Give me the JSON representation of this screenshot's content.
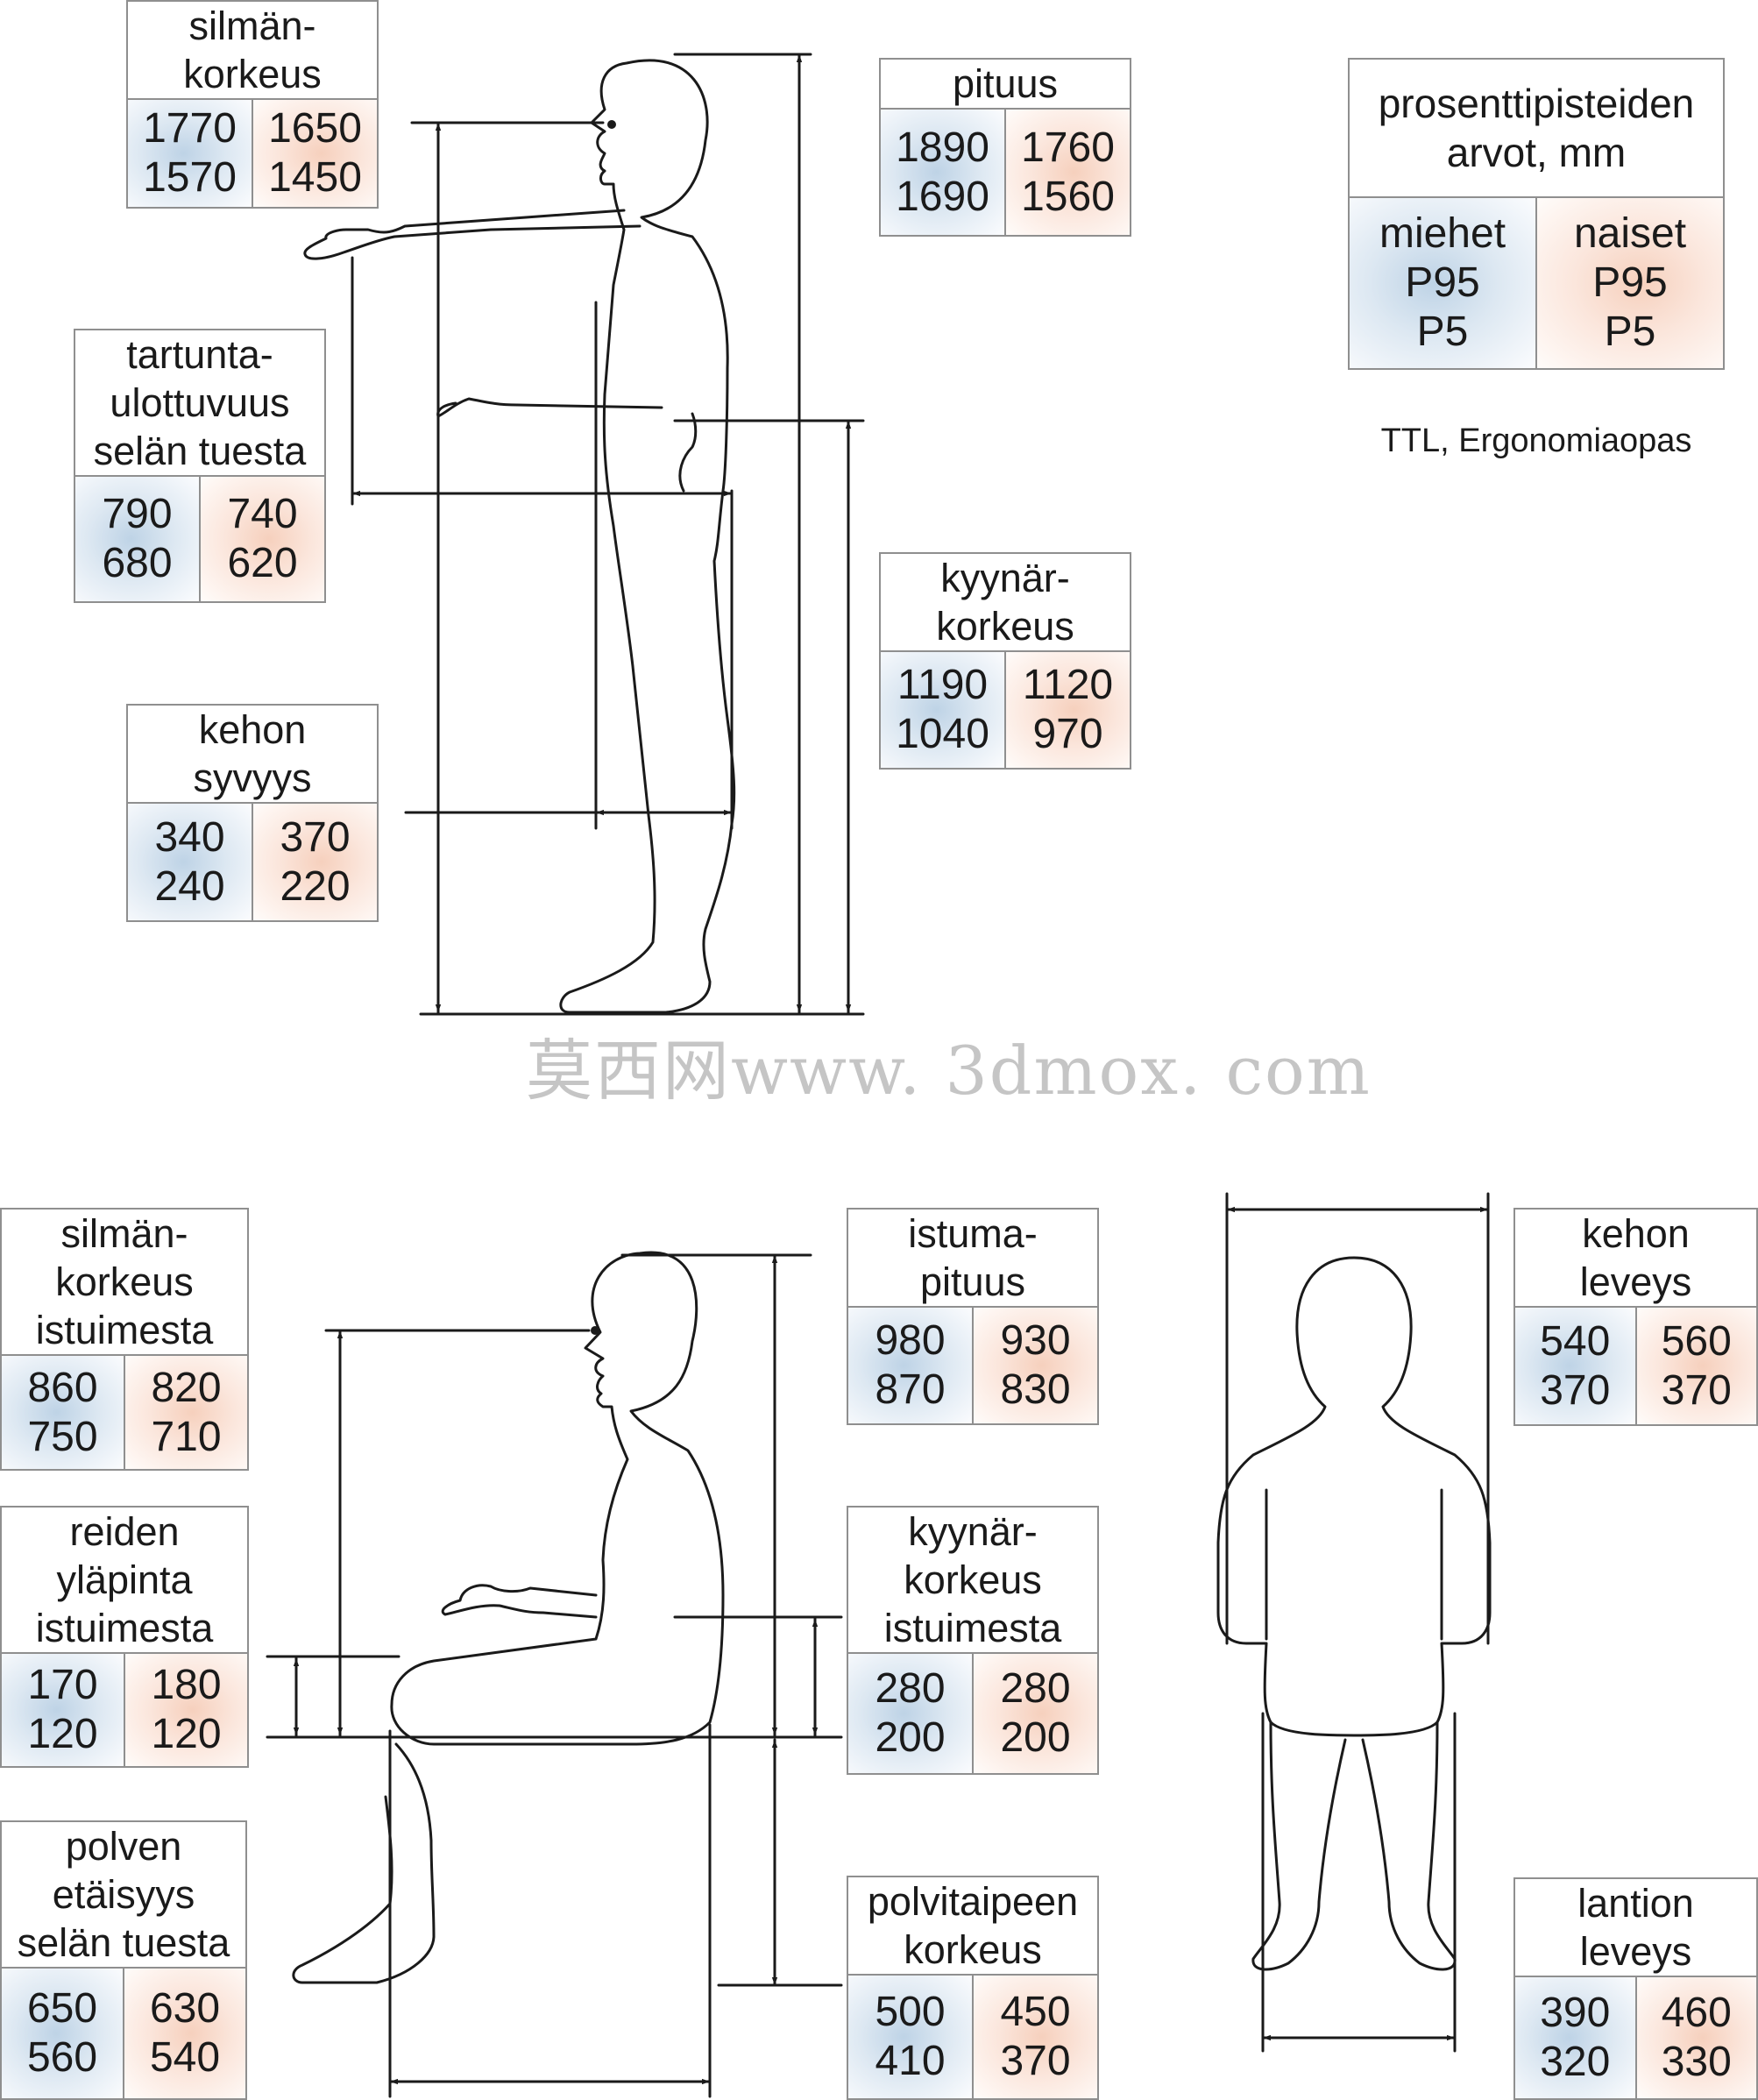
{
  "legend": {
    "title_line1": "prosenttipisteiden",
    "title_line2": "arvot, mm",
    "men": {
      "label": "miehet",
      "p95": "P95",
      "p5": "P5"
    },
    "women": {
      "label": "naiset",
      "p95": "P95",
      "p5": "P5"
    }
  },
  "source": "TTL, Ergonomiaopas",
  "watermark": "莫西网www. 3dmox. com",
  "colors": {
    "men": "#bed3e6",
    "women": "#f6d0bd",
    "line": "#1a1a1a",
    "border": "#8f8f8f"
  },
  "standing": {
    "eye_height": {
      "title": [
        "silmän-",
        "korkeus"
      ],
      "men": [
        "1770",
        "1570"
      ],
      "women": [
        "1650",
        "1450"
      ]
    },
    "stature": {
      "title": [
        "pituus"
      ],
      "men": [
        "1890",
        "1690"
      ],
      "women": [
        "1760",
        "1560"
      ]
    },
    "grip_reach": {
      "title": [
        "tartunta-",
        "ulottuvuus",
        "selän tuesta"
      ],
      "men": [
        "790",
        "680"
      ],
      "women": [
        "740",
        "620"
      ]
    },
    "elbow_height": {
      "title": [
        "kyynär-",
        "korkeus"
      ],
      "men": [
        "1190",
        "1040"
      ],
      "women": [
        "1120",
        "970"
      ]
    },
    "body_depth": {
      "title": [
        "kehon",
        "syvyys"
      ],
      "men": [
        "340",
        "240"
      ],
      "women": [
        "370",
        "220"
      ]
    }
  },
  "seated": {
    "eye_height": {
      "title": [
        "silmän-",
        "korkeus",
        "istuimesta"
      ],
      "men": [
        "860",
        "750"
      ],
      "women": [
        "820",
        "710"
      ]
    },
    "sitting_height": {
      "title": [
        "istuma-",
        "pituus"
      ],
      "men": [
        "980",
        "870"
      ],
      "women": [
        "930",
        "830"
      ]
    },
    "body_width": {
      "title": [
        "kehon",
        "leveys"
      ],
      "men": [
        "540",
        "370"
      ],
      "women": [
        "560",
        "370"
      ]
    },
    "thigh_clearance": {
      "title": [
        "reiden",
        "yläpinta",
        "istuimesta"
      ],
      "men": [
        "170",
        "120"
      ],
      "women": [
        "180",
        "120"
      ]
    },
    "elbow_height": {
      "title": [
        "kyynär-",
        "korkeus",
        "istuimesta"
      ],
      "men": [
        "280",
        "200"
      ],
      "women": [
        "280",
        "200"
      ]
    },
    "knee_distance": {
      "title": [
        "polven",
        "etäisyys",
        "selän tuesta"
      ],
      "men": [
        "650",
        "560"
      ],
      "women": [
        "630",
        "540"
      ]
    },
    "popliteal_height": {
      "title": [
        "polvitaipeen",
        "korkeus"
      ],
      "men": [
        "500",
        "410"
      ],
      "women": [
        "450",
        "370"
      ]
    },
    "hip_width": {
      "title": [
        "lantion",
        "leveys"
      ],
      "men": [
        "390",
        "320"
      ],
      "women": [
        "460",
        "330"
      ]
    }
  }
}
